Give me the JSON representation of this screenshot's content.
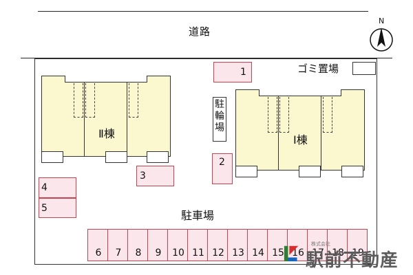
{
  "map": {
    "road_label": "道路",
    "parking_label": "駐車場",
    "bike_parking_label": [
      "駐",
      "輪",
      "場"
    ],
    "garbage_label": "ゴミ置場",
    "building_1_label": "Ⅰ棟",
    "building_2_label": "Ⅱ棟",
    "compass_label": "N",
    "parking_spaces": [
      "1",
      "2",
      "3",
      "4",
      "5",
      "6",
      "7",
      "8",
      "9",
      "10",
      "11",
      "12",
      "13",
      "14",
      "15",
      "16",
      "17",
      "18",
      "19"
    ]
  },
  "logo": {
    "company_small": "株式会社",
    "company_name": "駅前不動産"
  },
  "colors": {
    "building_fill": "#fbf7cf",
    "parking_fill": "#fbe6ec",
    "parking_border": "#c8424f"
  }
}
